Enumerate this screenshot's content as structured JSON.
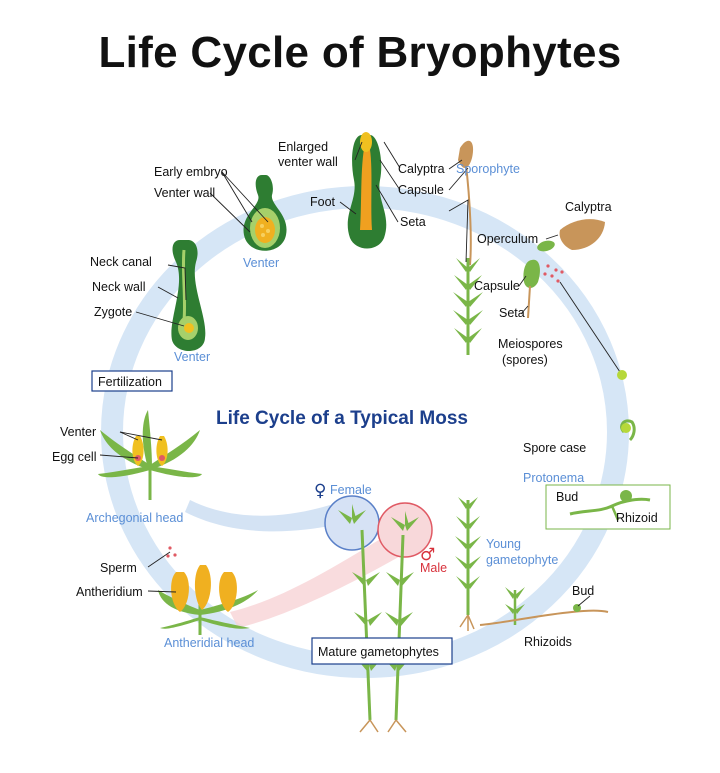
{
  "title": "Life Cycle of Bryophytes",
  "center_title": "Life Cycle of a Typical Moss",
  "labels": {
    "early_embryo": "Early embryo",
    "venter_wall": "Venter wall",
    "venter_top": "Venter",
    "enlarged_venter_wall_1": "Enlarged",
    "enlarged_venter_wall_2": "venter wall",
    "foot": "Foot",
    "calyptra_top": "Calyptra",
    "capsule_top": "Capsule",
    "seta_top": "Seta",
    "sporophyte": "Sporophyte",
    "calyptra_right": "Calyptra",
    "operculum": "Operculum",
    "capsule_right": "Capsule",
    "seta_right": "Seta",
    "meiospores_1": "Meiospores",
    "meiospores_2": "(spores)",
    "neck_canal": "Neck canal",
    "neck_wall": "Neck wall",
    "zygote": "Zygote",
    "venter_left": "Venter",
    "fertilization": "Fertilization",
    "venter_arch": "Venter",
    "egg_cell": "Egg cell",
    "archegonial_head": "Archegonial head",
    "spore_case": "Spore case",
    "protonema": "Protonema",
    "bud_protonema": "Bud",
    "rhizoid": "Rhizoid",
    "female": "Female",
    "male": "Male",
    "young_gametophyte_1": "Young",
    "young_gametophyte_2": "gametophyte",
    "sperm": "Sperm",
    "antheridium": "Antheridium",
    "antheridial_head": "Antheridial head",
    "mature_gametophytes": "Mature gametophytes",
    "bud_bottom": "Bud",
    "rhizoids": "Rhizoids"
  },
  "colors": {
    "cycle_ring": "#d6e6f6",
    "plant_green": "#7ab648",
    "dark_green": "#2e7d32",
    "capsule_orange": "#f0a020",
    "calyptra_tan": "#c8955a",
    "blue_label": "#5b8fd6",
    "female_circle": "#5a80c8",
    "male_circle": "#e05a64",
    "center_title": "#1c3f8c"
  }
}
